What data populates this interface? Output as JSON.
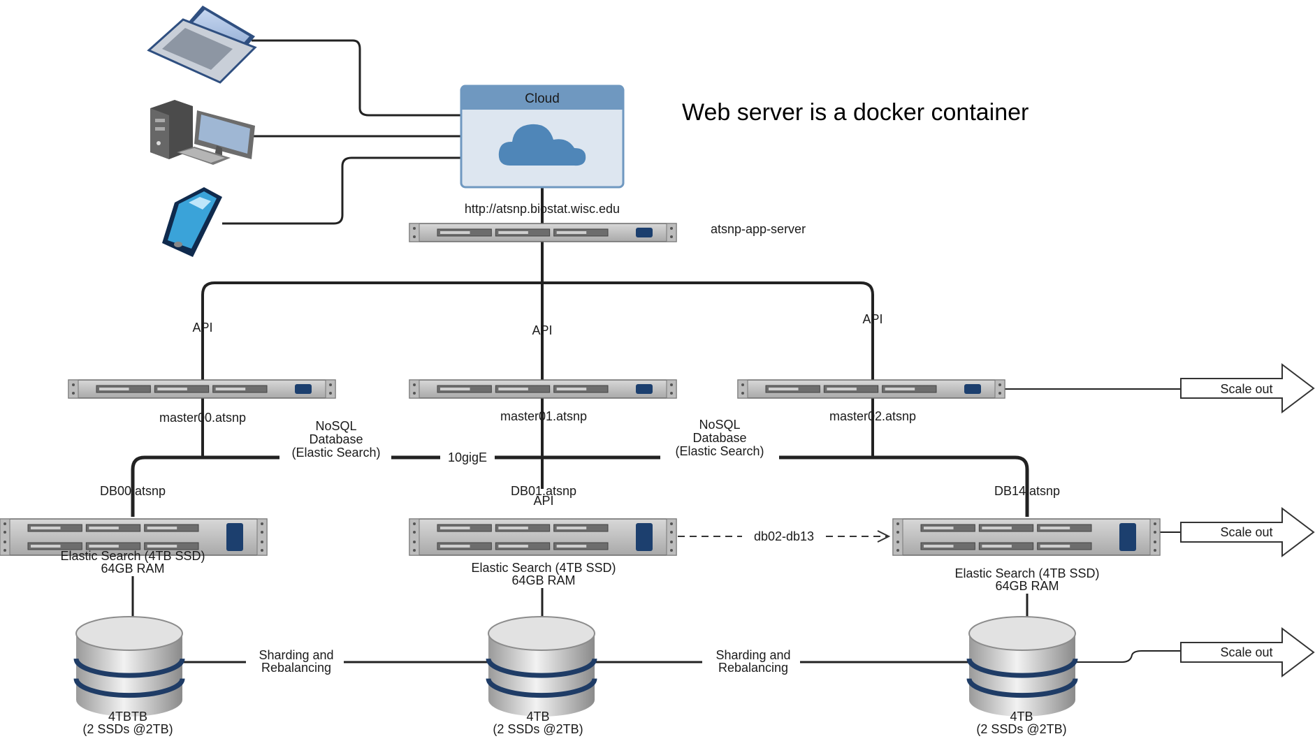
{
  "cloud": {
    "title": "Cloud",
    "url": "http://atsnp.biostat.wisc.edu"
  },
  "note": "Web server is a docker container",
  "app_server": "atsnp-app-server",
  "api_labels": [
    "API",
    "API",
    "API",
    "API"
  ],
  "masters": [
    "master00.atsnp",
    "master01.atsnp",
    "master02.atsnp"
  ],
  "nosql": [
    [
      "NoSQL",
      "Database",
      "(Elastic Search)"
    ],
    [
      "NoSQL",
      "Database",
      "(Elastic Search)"
    ]
  ],
  "network": "10gigE",
  "dbs": [
    {
      "name": "DB00.atsnp",
      "spec": [
        "Elastic Search (4TB SSD)",
        "64GB RAM"
      ]
    },
    {
      "name": "DB01.atsnp",
      "spec": [
        "Elastic Search (4TB SSD)",
        "64GB RAM"
      ]
    },
    {
      "name": "DB14.atsnp",
      "spec": [
        "Elastic Search (4TB SSD)",
        "64GB RAM"
      ]
    }
  ],
  "db_range": "db02-db13",
  "sharding": [
    [
      "Sharding and",
      "Rebalancing"
    ],
    [
      "Sharding and",
      "Rebalancing"
    ]
  ],
  "storage": [
    [
      "4TBTB",
      "(2 SSDs @2TB)"
    ],
    [
      "4TB",
      "(2 SSDs @2TB)"
    ],
    [
      "4TB",
      "(2 SSDs @2TB)"
    ]
  ],
  "scale_out": [
    "Scale out",
    "Scale out",
    "Scale out"
  ],
  "colors": {
    "cloud_header": "#6f98c0",
    "cloud_body": "#dde6f0",
    "cloud_icon": "#4f86b8",
    "led": "#1c3f6e"
  }
}
